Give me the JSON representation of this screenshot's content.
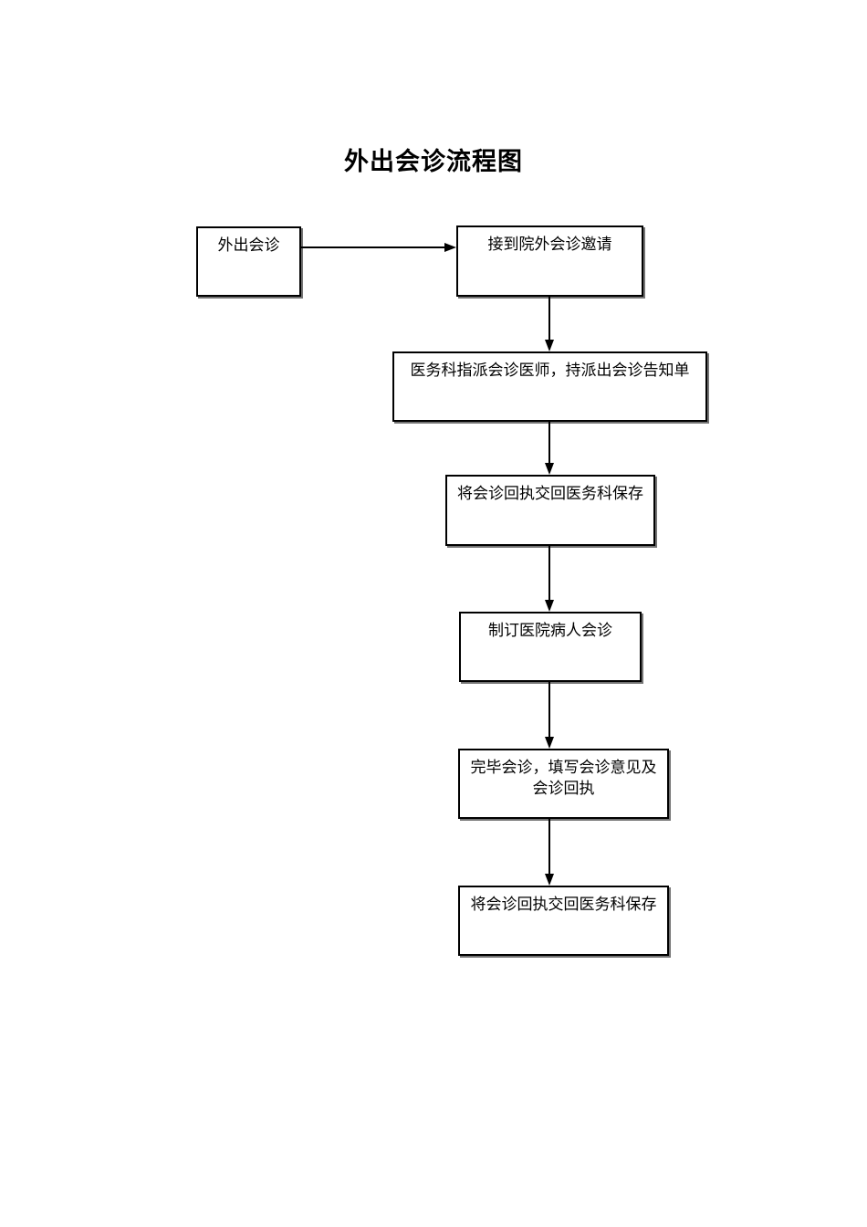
{
  "document": {
    "title": "外出会诊流程图"
  },
  "flowchart": {
    "type": "flowchart",
    "nodes": [
      {
        "id": "start",
        "label": "外出会诊"
      },
      {
        "id": "receive-invitation",
        "label": "接到院外会诊邀请"
      },
      {
        "id": "assign-doctor",
        "label": "医务科指派会诊医师，持派出会诊告知单"
      },
      {
        "id": "return-receipt-1",
        "label": "将会诊回执交回医务科保存"
      },
      {
        "id": "plan-consultation",
        "label": "制订医院病人会诊"
      },
      {
        "id": "finish-consultation",
        "label": "完毕会诊，填写会诊意见及\n会诊回执"
      },
      {
        "id": "return-receipt-2",
        "label": "将会诊回执交回医务科保存"
      }
    ],
    "edges": [
      {
        "from": "start",
        "to": "receive-invitation",
        "direction": "right"
      },
      {
        "from": "receive-invitation",
        "to": "assign-doctor",
        "direction": "down"
      },
      {
        "from": "assign-doctor",
        "to": "return-receipt-1",
        "direction": "down"
      },
      {
        "from": "return-receipt-1",
        "to": "plan-consultation",
        "direction": "down"
      },
      {
        "from": "plan-consultation",
        "to": "finish-consultation",
        "direction": "down"
      },
      {
        "from": "finish-consultation",
        "to": "return-receipt-2",
        "direction": "down"
      }
    ]
  },
  "colors": {
    "background": "#ffffff",
    "box_border": "#000000",
    "text": "#000000",
    "arrow": "#000000"
  }
}
